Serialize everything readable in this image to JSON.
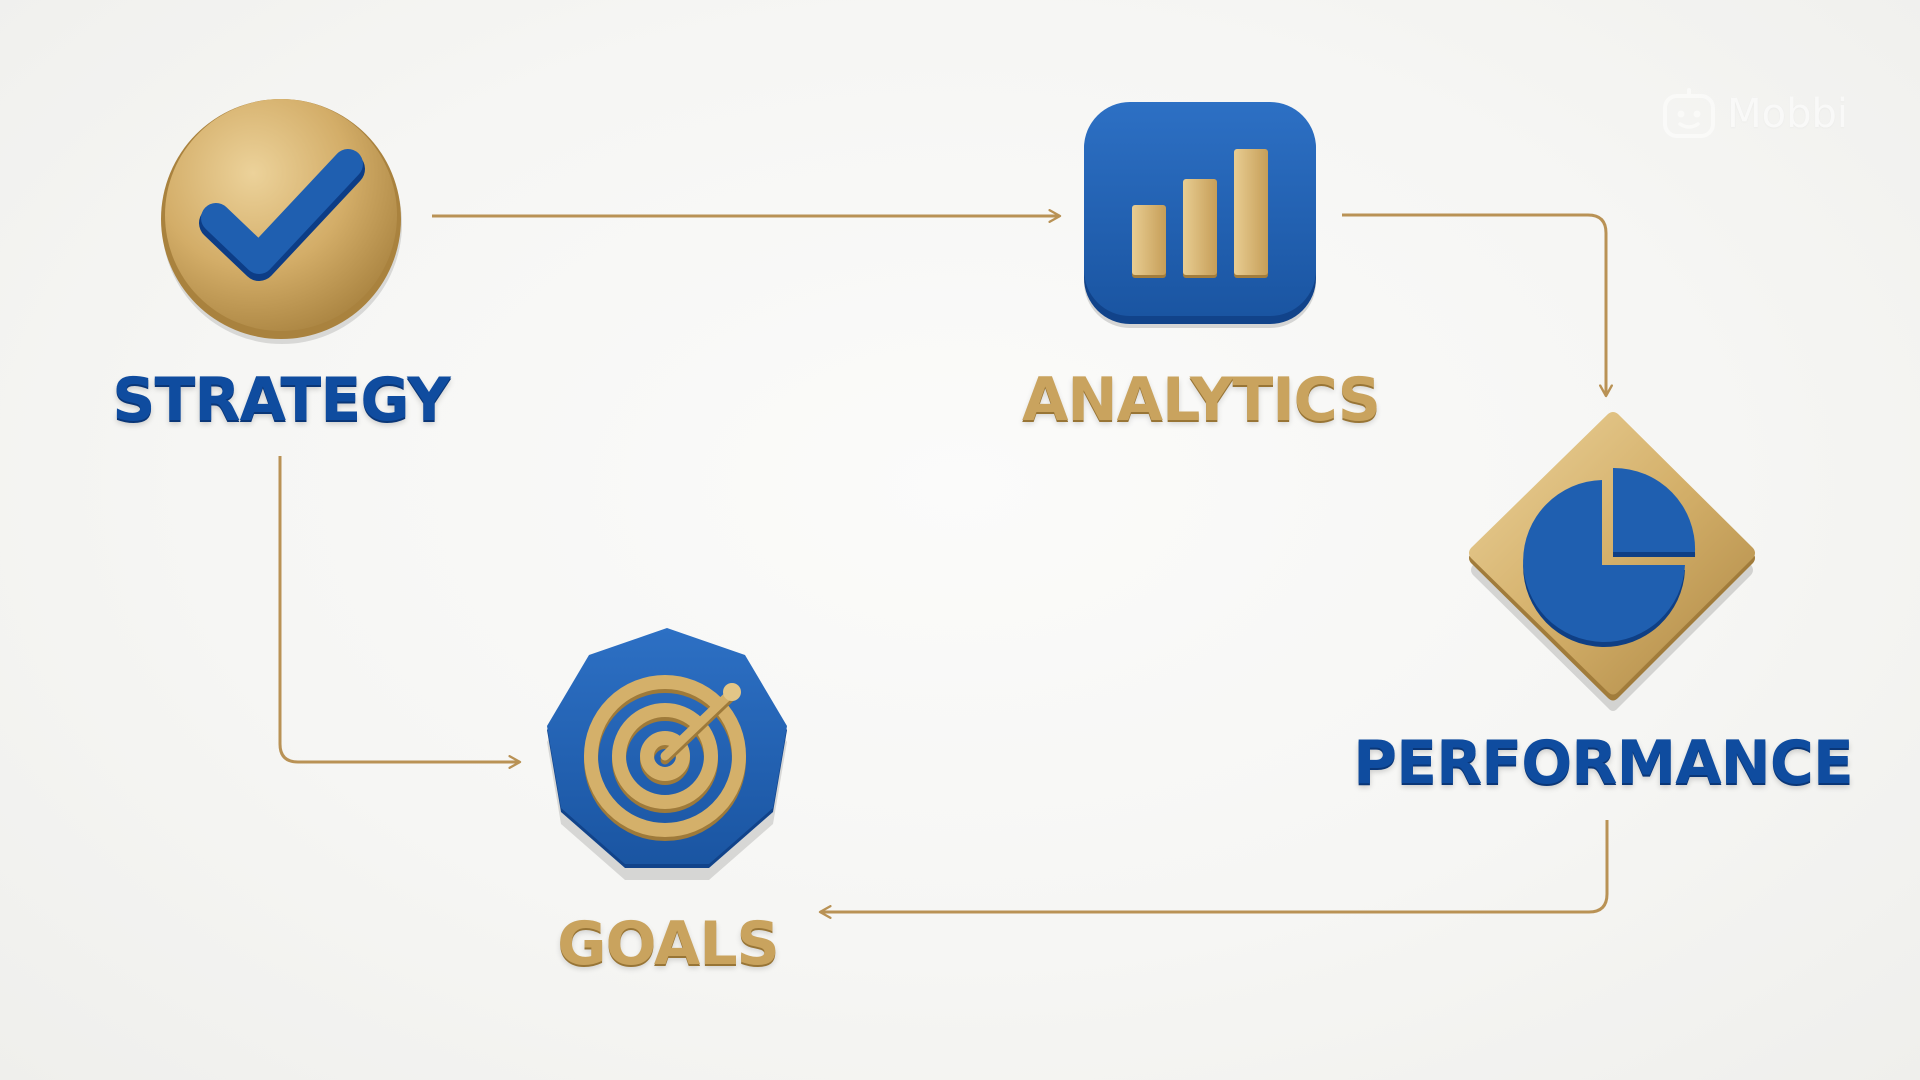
{
  "diagram": {
    "title": "",
    "nodes": [
      {
        "id": "strategy",
        "label": "STRATEGY",
        "shape": "circle",
        "icon": "checkmark-icon"
      },
      {
        "id": "analytics",
        "label": "ANALYTICS",
        "shape": "rounded-square",
        "icon": "bar-chart-icon"
      },
      {
        "id": "performance",
        "label": "PERFORMANCE",
        "shape": "diamond",
        "icon": "pie-chart-icon"
      },
      {
        "id": "goals",
        "label": "GOALS",
        "shape": "octagon",
        "icon": "target-icon"
      }
    ],
    "edges": [
      {
        "from": "strategy",
        "to": "analytics"
      },
      {
        "from": "analytics",
        "to": "performance"
      },
      {
        "from": "performance",
        "to": "goals"
      },
      {
        "from": "strategy",
        "to": "goals"
      }
    ]
  },
  "watermark": {
    "text": "Mobbi",
    "icon": "robot-face-icon"
  },
  "colors": {
    "blue": "#1f5fb0",
    "gold": "#d4b06a",
    "connector": "#b99255",
    "background": "#f6f6f4"
  }
}
